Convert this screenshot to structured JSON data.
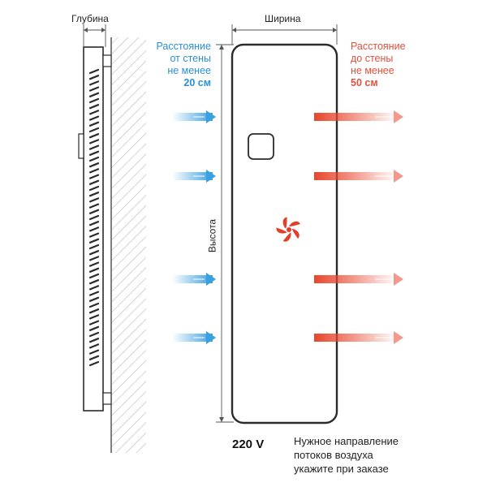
{
  "labels": {
    "depth": "Глубина",
    "width": "Ширина",
    "height": "Высота",
    "voltage": "220 V"
  },
  "left_distance": {
    "lines": [
      "Расстояние",
      "от стены",
      "не менее"
    ],
    "value": "20 см"
  },
  "right_distance": {
    "lines": [
      "Расстояние",
      "до стены",
      "не менее"
    ],
    "value": "50 см"
  },
  "note_lines": [
    "Нужное направление",
    "потоков воздуха",
    "укажите при заказе"
  ],
  "colors": {
    "outline": "#2b2b2b",
    "cold_arrow": "#3aa0e0",
    "hot_arrow": "#e8452c",
    "fan": "#e0402a",
    "hatch": "#b8b8b8",
    "dimension": "#555555"
  },
  "icons": {
    "fan": "fan-icon",
    "control_panel": "control-panel-icon"
  }
}
